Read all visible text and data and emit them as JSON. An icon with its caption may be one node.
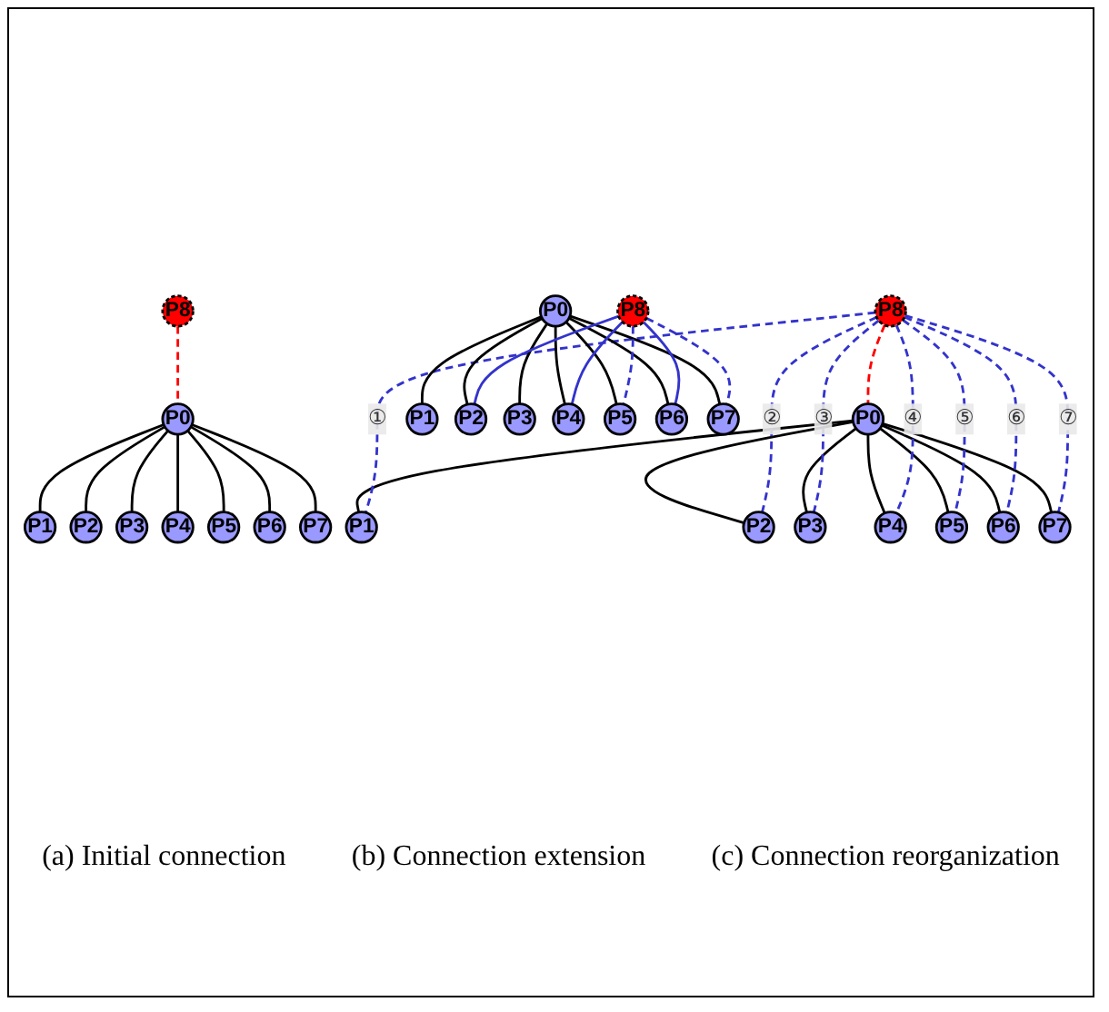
{
  "diagram": {
    "nodes": [
      {
        "text": [
          "P0"
        ]
      },
      {
        "text": [
          "P1"
        ]
      },
      {
        "text": [
          "P2"
        ]
      },
      {
        "text": [
          "P3"
        ]
      },
      {
        "text": [
          "P4"
        ]
      },
      {
        "text": [
          "P5"
        ]
      },
      {
        "text": [
          "P6"
        ]
      },
      {
        "text": [
          "P7"
        ]
      },
      {
        "text": [
          "P8"
        ]
      },
      {
        "text": [
          "P0"
        ]
      },
      {
        "text": [
          "P1"
        ]
      },
      {
        "text": [
          "P2"
        ]
      },
      {
        "text": [
          "P3"
        ]
      },
      {
        "text": [
          "P4"
        ]
      },
      {
        "text": [
          "P5"
        ]
      },
      {
        "text": [
          "P6"
        ]
      },
      {
        "text": [
          "P7"
        ]
      },
      {
        "text": [
          "P8"
        ]
      },
      {
        "text": [
          "P0"
        ]
      },
      {
        "text": [
          "P1"
        ]
      },
      {
        "text": [
          "P2"
        ]
      },
      {
        "text": [
          "P3"
        ]
      },
      {
        "text": [
          "P4"
        ]
      },
      {
        "text": [
          "P5"
        ]
      },
      {
        "text": [
          "P6"
        ]
      },
      {
        "text": [
          "P7"
        ]
      },
      {
        "text": [
          "P8"
        ]
      }
    ],
    "edges": [
      {
        "from": 0,
        "to": 1,
        "arrow": "none"
      },
      {
        "from": 0,
        "to": 2,
        "arrow": "none"
      },
      {
        "from": 0,
        "to": 3,
        "arrow": "none"
      },
      {
        "from": 0,
        "to": 4,
        "arrow": "none"
      },
      {
        "from": 0,
        "to": 5,
        "arrow": "none"
      },
      {
        "from": 0,
        "to": 6,
        "arrow": "none"
      },
      {
        "from": 0,
        "to": 7,
        "arrow": "none"
      },
      {
        "from": 8,
        "to": 0,
        "arrow": "none",
        "style": "dashed",
        "color": "#ff0000"
      },
      {
        "from": 9,
        "to": 10,
        "arrow": "none"
      },
      {
        "from": 9,
        "to": 11,
        "arrow": "none"
      },
      {
        "from": 9,
        "to": 12,
        "arrow": "none"
      },
      {
        "from": 9,
        "to": 13,
        "arrow": "none"
      },
      {
        "from": 9,
        "to": 14,
        "arrow": "none"
      },
      {
        "from": 9,
        "to": 15,
        "arrow": "none"
      },
      {
        "from": 9,
        "to": 16,
        "arrow": "none"
      },
      {
        "from": 17,
        "to": 9,
        "arrow": "none",
        "style": "dashed",
        "color": "#ff0000"
      },
      {
        "from": 17,
        "to": 10,
        "arrow": "none",
        "label": "①",
        "style": "dashed",
        "color": "#3333cc"
      },
      {
        "from": 17,
        "to": 11,
        "arrow": "none",
        "label": "②",
        "style": "dashed",
        "color": "#3333cc"
      },
      {
        "from": 17,
        "to": 12,
        "arrow": "none",
        "label": "③",
        "style": "dashed",
        "color": "#3333cc"
      },
      {
        "from": 17,
        "to": 13,
        "arrow": "none",
        "label": "④",
        "style": "dashed",
        "color": "#3333cc"
      },
      {
        "from": 17,
        "to": 14,
        "arrow": "none",
        "label": "⑤",
        "style": "dashed",
        "color": "#3333cc"
      },
      {
        "from": 17,
        "to": 15,
        "arrow": "none",
        "label": "⑥",
        "style": "dashed",
        "color": "#3333cc"
      },
      {
        "from": 17,
        "to": 16,
        "arrow": "none",
        "label": "⑦",
        "style": "dashed",
        "color": "#3333cc"
      },
      {
        "from": 18,
        "to": 19,
        "arrow": "none"
      },
      {
        "from": 18,
        "to": 20,
        "arrow": "none"
      },
      {
        "from": 18,
        "to": 21,
        "arrow": "none"
      },
      {
        "from": 18,
        "to": 22,
        "arrow": "none"
      },
      {
        "from": 18,
        "to": 23,
        "arrow": "none"
      },
      {
        "from": 18,
        "to": 24,
        "arrow": "none"
      },
      {
        "from": 18,
        "to": 25,
        "arrow": "none"
      },
      {
        "from": 26,
        "to": 20,
        "arrow": "none",
        "color": "#3333cc"
      },
      {
        "from": 26,
        "to": 22,
        "arrow": "none",
        "color": "#3333cc"
      },
      {
        "from": 26,
        "to": 25,
        "arrow": "none",
        "style": "dashed",
        "color": "#3333cc"
      },
      {
        "from": 26,
        "to": 24,
        "arrow": "none",
        "color": "#3333cc"
      },
      {
        "from": 26,
        "to": 23,
        "arrow": "none",
        "style": "dashed",
        "color": "#3333cc"
      }
    ],
    "labels": [
      "(a) Initial connection",
      "(b) Connection extension",
      "(c) Connection reorganization"
    ]
  }
}
